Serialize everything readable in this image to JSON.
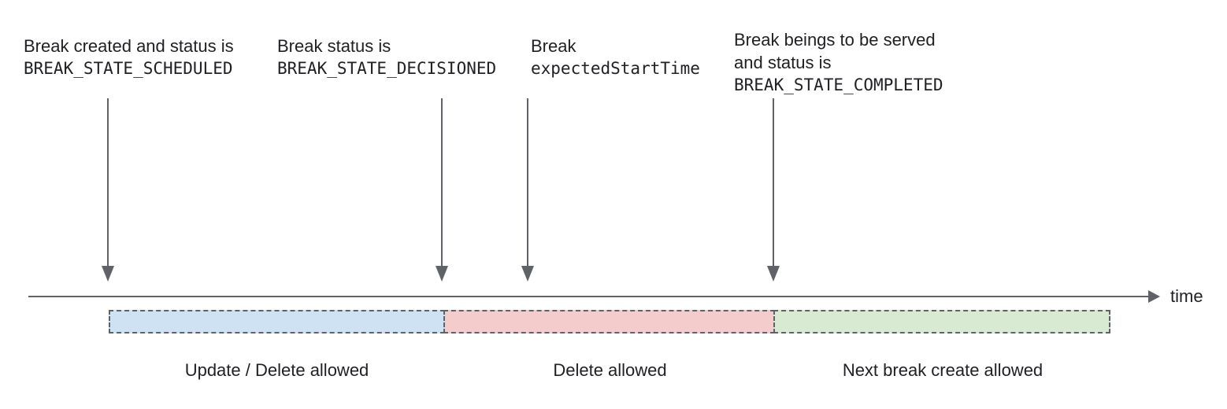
{
  "annotations": [
    {
      "line1": "Break created and status is",
      "code": "BREAK_STATE_SCHEDULED"
    },
    {
      "line1": "Break status is",
      "code": "BREAK_STATE_DECISIONED"
    },
    {
      "line1": "Break",
      "code": "expectedStartTime"
    },
    {
      "line1": "Break beings to be served",
      "line2": "and status is",
      "code": "BREAK_STATE_COMPLETED"
    }
  ],
  "timeline": {
    "axis_label": "time"
  },
  "segments": [
    {
      "label": "Update / Delete allowed",
      "color": "#cfe2f3"
    },
    {
      "label": "Delete allowed",
      "color": "#f4cccc"
    },
    {
      "label": "Next break create allowed",
      "color": "#d9ead3"
    }
  ],
  "colors": {
    "line": "#5f6368",
    "text": "#202124",
    "segment_blue": "#cfe2f3",
    "segment_red": "#f4cccc",
    "segment_green": "#d9ead3"
  }
}
